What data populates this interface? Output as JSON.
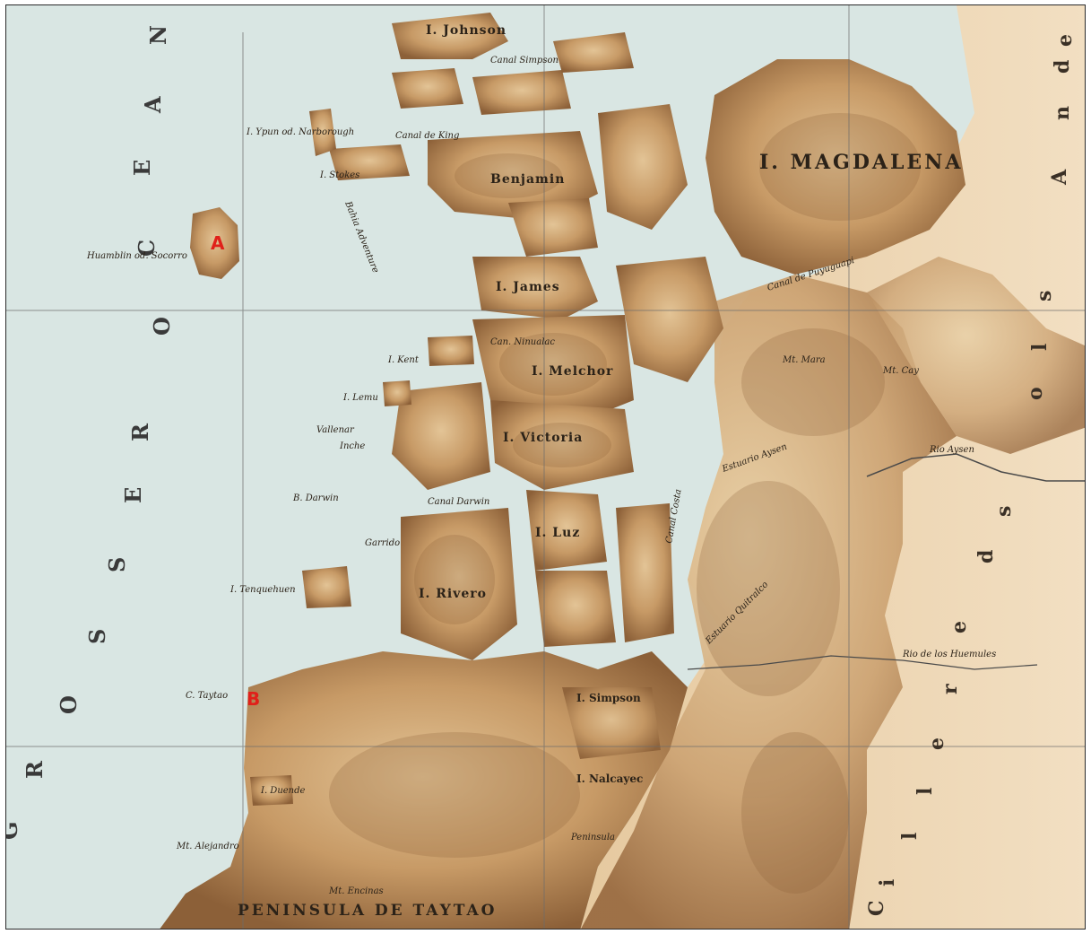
{
  "colors": {
    "sea": "#d9e6e3",
    "mainland_plain": "#efd9b7",
    "land_light": "#ddbb8a",
    "land_mid": "#c89c68",
    "land_dark": "#8a5f37",
    "grid": "#6b6b6b",
    "marker": "#e0201a",
    "river": "#4a4a4a"
  },
  "markers": [
    {
      "id": "A",
      "label": "A"
    },
    {
      "id": "B",
      "label": "B"
    }
  ],
  "ocean_label": [
    "G",
    "R",
    "O",
    "S",
    "S",
    "E",
    "R",
    "O",
    "C",
    "E",
    "A",
    "N"
  ],
  "andes_label": [
    "A",
    "n",
    "d",
    "e",
    "s",
    "l",
    "o",
    "s",
    "d",
    "e",
    "r",
    "e",
    "l",
    "l",
    "i",
    "C"
  ],
  "labels": {
    "magdalena": "I. MAGDALENA",
    "taytao": "PENINSULA DE TAYTAO",
    "johnson": "I. Johnson",
    "benjamin": "Benjamin",
    "james": "I. James",
    "melchor": "I. Melchor",
    "victoria": "I. Victoria",
    "luz": "I. Luz",
    "rivero": "I. Rivero",
    "simpson": "I. Simpson",
    "nalcayec": "I. Nalcayec",
    "socorro": "Huamblin od. Socorro",
    "narborough": "I. Ypun od. Narborough",
    "stokes": "I. Stokes",
    "kent": "I. Kent",
    "lemu": "I. Lemu",
    "darwin": "B. Darwin",
    "tenquehuen": "I. Tenquehuen",
    "c_taytao": "C. Taytao",
    "mt_mara": "Mt. Mara",
    "mt_cay": "Mt. Cay",
    "canal_king": "Canal de King",
    "canal_darwin": "Canal Darwin",
    "canal_simpson": "Canal Simpson",
    "canal_puyuguapi": "Canal de Puyuguapi",
    "bahia_adventure": "Bahia Adventure",
    "can_ninualac": "Can. Ninualac",
    "estuario_aysen": "Estuario Aysen",
    "garrido": "Garrido",
    "vallenar": "Vallenar",
    "inche": "Inche",
    "duende": "I. Duende",
    "rio_aysen": "Rio Aysen",
    "rio_huemules": "Rio de los Huemules",
    "quitralco": "Estuario Quitralco",
    "costa": "Canal Costa",
    "puente": "Peninsula",
    "mt_alejandro": "Mt. Alejandro",
    "mt_encinas": "Mt. Encinas"
  }
}
